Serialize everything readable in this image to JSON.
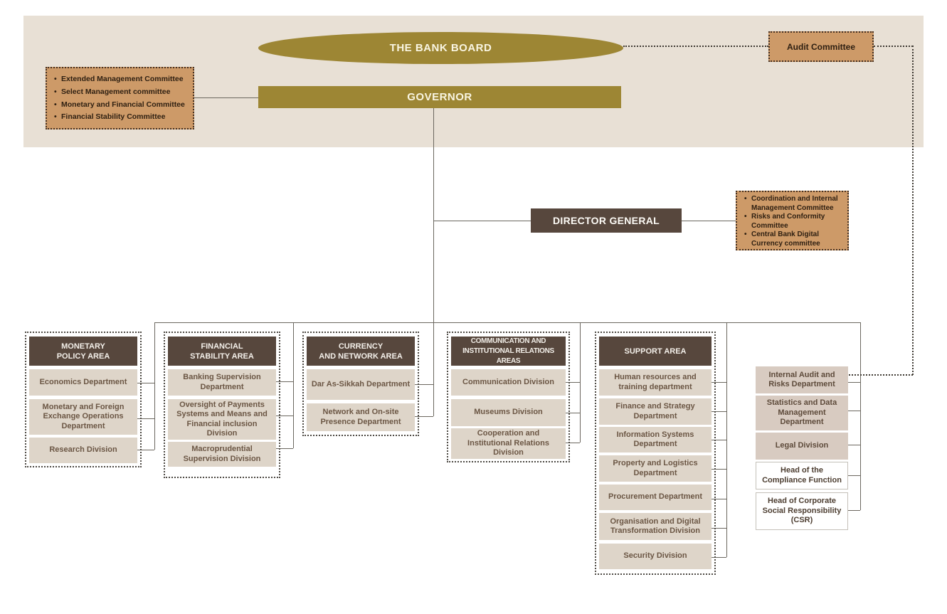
{
  "palette": {
    "band": "#e8e0d5",
    "olive": "#9d8634",
    "dark_brown": "#57473d",
    "committee_tan": "#cd9a68",
    "unit_beige": "#ded5c9",
    "central_unit_tan": "#d8cbc1",
    "line": "#6b675f"
  },
  "board": {
    "label": "THE BANK BOARD"
  },
  "governor": {
    "label": "GOVERNOR",
    "committees": [
      "Extended Management Committee",
      "Select Management committee",
      "Monetary and Financial Committee",
      "Financial Stability Committee"
    ]
  },
  "audit_committee": {
    "label": "Audit Committee"
  },
  "director_general": {
    "label": "DIRECTOR GENERAL",
    "committees": [
      "Coordination and Internal Management Committee",
      "Risks and Conformity Committee",
      "Central Bank Digital Currency committee"
    ]
  },
  "areas": [
    {
      "title_lines": [
        "MONETARY",
        "POLICY AREA"
      ],
      "units": [
        "Economics Department",
        "Monetary and Foreign Exchange Operations Department",
        "Research Division"
      ]
    },
    {
      "title_lines": [
        "FINANCIAL",
        "STABILITY AREA"
      ],
      "units": [
        "Banking Supervision Department",
        "Oversight of Payments Systems and Means and Financial inclusion Division",
        "Macroprudential Supervision Division"
      ]
    },
    {
      "title_lines": [
        "CURRENCY",
        "AND NETWORK AREA"
      ],
      "units": [
        "Dar As-Sikkah Department",
        "Network and On-site Presence Department"
      ]
    },
    {
      "title_lines": [
        "COMMUNICATION AND",
        "INSTITUTIONAL RELATIONS AREAS"
      ],
      "units": [
        "Communication Division",
        "Museums Division",
        "Cooperation and Institutional Relations Division"
      ]
    },
    {
      "title_lines": [
        "SUPPORT AREA"
      ],
      "units": [
        "Human resources and training department",
        "Finance and Strategy Department",
        "Information Systems Department",
        "Property and Logistics Department",
        "Procurement Department",
        "Organisation and Digital Transformation Division",
        "Security Division"
      ]
    }
  ],
  "central_units": [
    "Internal Audit and Risks Department",
    "Statistics and Data Management Department",
    "Legal Division",
    "Head of the Compliance Function",
    "Head of Corporate Social Responsibility (CSR)"
  ]
}
